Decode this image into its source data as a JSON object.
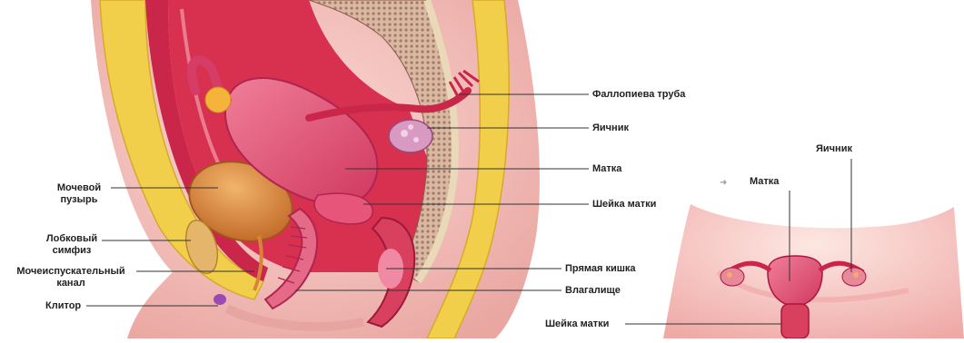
{
  "labels": {
    "fallopian_tube": "Фаллопиева труба",
    "ovary_left": "Яичник",
    "uterus_left": "Матка",
    "cervix_left": "Шейка матки",
    "rectum": "Прямая кишка",
    "vagina": "Влагалище",
    "bladder_line1": "Мочевой",
    "bladder_line2": "пузырь",
    "pubic_line1": "Лобковый",
    "pubic_line2": "симфиз",
    "urethra_line1": "Мочеиспускательный",
    "urethra_line2": "канал",
    "clitoris": "Клитор",
    "ovary_right": "Яичник",
    "uterus_right": "Матка",
    "cervix_right": "Шейка матки"
  },
  "colors": {
    "skin": "#f6c5c0",
    "fat": "#f2cf4a",
    "fat_light": "#f7e08a",
    "muscle": "#c9264a",
    "muscle_dark": "#a8163a",
    "organ_pink": "#e8577a",
    "organ_light": "#f08aa4",
    "bladder": "#d7843a",
    "bone": "#e9d9b8",
    "spine": "#b47a6a",
    "line": "#333333"
  }
}
